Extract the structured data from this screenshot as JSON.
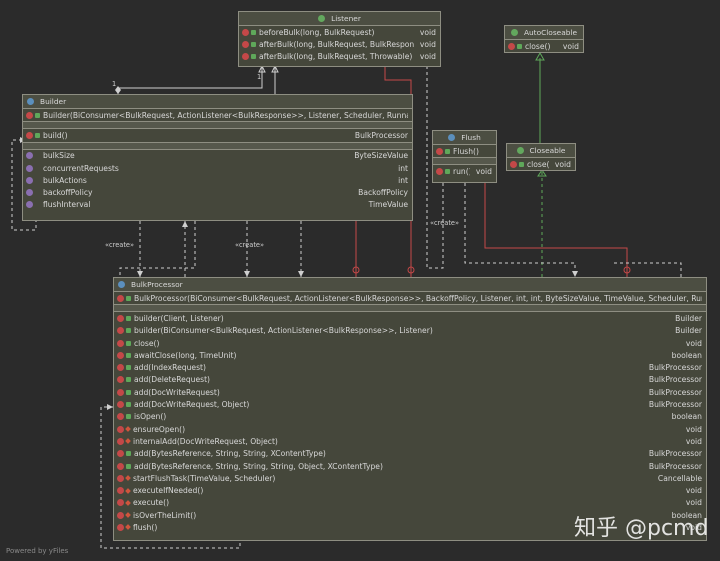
{
  "listener": {
    "name": "Listener",
    "methods": [
      {
        "sig": "beforeBulk(long, BulkRequest)",
        "ret": "void"
      },
      {
        "sig": "afterBulk(long, BulkRequest, BulkResponse)",
        "ret": "void"
      },
      {
        "sig": "afterBulk(long, BulkRequest, Throwable)",
        "ret": "void"
      }
    ]
  },
  "autocloseable": {
    "name": "AutoCloseable",
    "methods": [
      {
        "sig": "close()",
        "ret": "void"
      }
    ]
  },
  "closeable": {
    "name": "Closeable",
    "methods": [
      {
        "sig": "close()",
        "ret": "void"
      }
    ]
  },
  "flush": {
    "name": "Flush",
    "ctor": "Flush()",
    "methods": [
      {
        "sig": "run()",
        "ret": "void"
      }
    ]
  },
  "builder": {
    "name": "Builder",
    "ctor": "Builder(BiConsumer<BulkRequest, ActionListener<BulkResponse>>, Listener, Scheduler, Runnable)",
    "methods": [
      {
        "sig": "build()",
        "ret": "BulkProcessor"
      }
    ],
    "fields": [
      {
        "name": "bulkSize",
        "type": "ByteSizeValue"
      },
      {
        "name": "concurrentRequests",
        "type": "int"
      },
      {
        "name": "bulkActions",
        "type": "int"
      },
      {
        "name": "backoffPolicy",
        "type": "BackoffPolicy"
      },
      {
        "name": "flushInterval",
        "type": "TimeValue"
      }
    ]
  },
  "bulkprocessor": {
    "name": "BulkProcessor",
    "ctor": "BulkProcessor(BiConsumer<BulkRequest, ActionListener<BulkResponse>>, BackoffPolicy, Listener, int, int, ByteSizeValue, TimeValue, Scheduler, Runnable)",
    "methods": [
      {
        "sig": "builder(Client, Listener)",
        "ret": "Builder"
      },
      {
        "sig": "builder(BiConsumer<BulkRequest, ActionListener<BulkResponse>>, Listener)",
        "ret": "Builder"
      },
      {
        "sig": "close()",
        "ret": "void"
      },
      {
        "sig": "awaitClose(long, TimeUnit)",
        "ret": "boolean"
      },
      {
        "sig": "add(IndexRequest)",
        "ret": "BulkProcessor"
      },
      {
        "sig": "add(DeleteRequest)",
        "ret": "BulkProcessor"
      },
      {
        "sig": "add(DocWriteRequest)",
        "ret": "BulkProcessor"
      },
      {
        "sig": "add(DocWriteRequest, Object)",
        "ret": "BulkProcessor"
      },
      {
        "sig": "isOpen()",
        "ret": "boolean"
      },
      {
        "sig": "ensureOpen()",
        "ret": "void"
      },
      {
        "sig": "internalAdd(DocWriteRequest, Object)",
        "ret": "void"
      },
      {
        "sig": "add(BytesReference, String, String, XContentType)",
        "ret": "BulkProcessor"
      },
      {
        "sig": "add(BytesReference, String, String, String, Object, XContentType)",
        "ret": "BulkProcessor"
      },
      {
        "sig": "startFlushTask(TimeValue, Scheduler)",
        "ret": "Cancellable"
      },
      {
        "sig": "executeIfNeeded()",
        "ret": "void"
      },
      {
        "sig": "execute()",
        "ret": "void"
      },
      {
        "sig": "isOverTheLimit()",
        "ret": "boolean"
      },
      {
        "sig": "flush()",
        "ret": "void"
      }
    ]
  },
  "labels": {
    "create1": "«create»",
    "create2": "«create»",
    "create3": "«create»",
    "mult1": "1",
    "mult2": "1"
  },
  "footer": "Powered by yFiles",
  "watermark": "知乎 @pcmd",
  "colors": {
    "background": "#2b2b2b",
    "box": "#45473b",
    "method_icon": "#c44848",
    "field_icon": "#8a6fb0",
    "class_icon": "#5b8fbd",
    "interface_icon": "#63a85e",
    "inner_edge": "#c44848",
    "inherit_edge": "#5fa85a",
    "dependency_edge": "#cfcfcf"
  }
}
